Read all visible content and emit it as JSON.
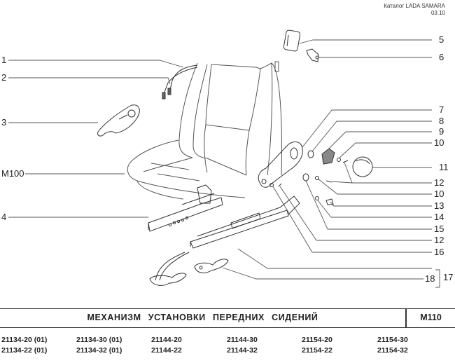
{
  "header": {
    "catalog_label": "Каталог  LADA SAMARA",
    "date": "03.10"
  },
  "callouts_left": [
    "1",
    "2",
    "3",
    "M100",
    "4"
  ],
  "callouts_right": [
    "5",
    "6",
    "7",
    "8",
    "9",
    "10",
    "11",
    "12",
    "10",
    "13",
    "14",
    "15",
    "12",
    "16",
    "18",
    "17"
  ],
  "title_bar": {
    "title": "МЕХАНИЗМ УСТАНОВКИ ПЕРЕДНИХ СИДЕНИЙ",
    "section_code": "M110"
  },
  "models": [
    [
      "21134-20 (01)",
      "21134-22 (01)"
    ],
    [
      "21134-30 (01)",
      "21134-32 (01)"
    ],
    [
      "21144-20",
      "21144-22"
    ],
    [
      "21144-30",
      "21144-32"
    ],
    [
      "21154-20",
      "21154-22"
    ],
    [
      "21154-30",
      "21154-32"
    ]
  ]
}
